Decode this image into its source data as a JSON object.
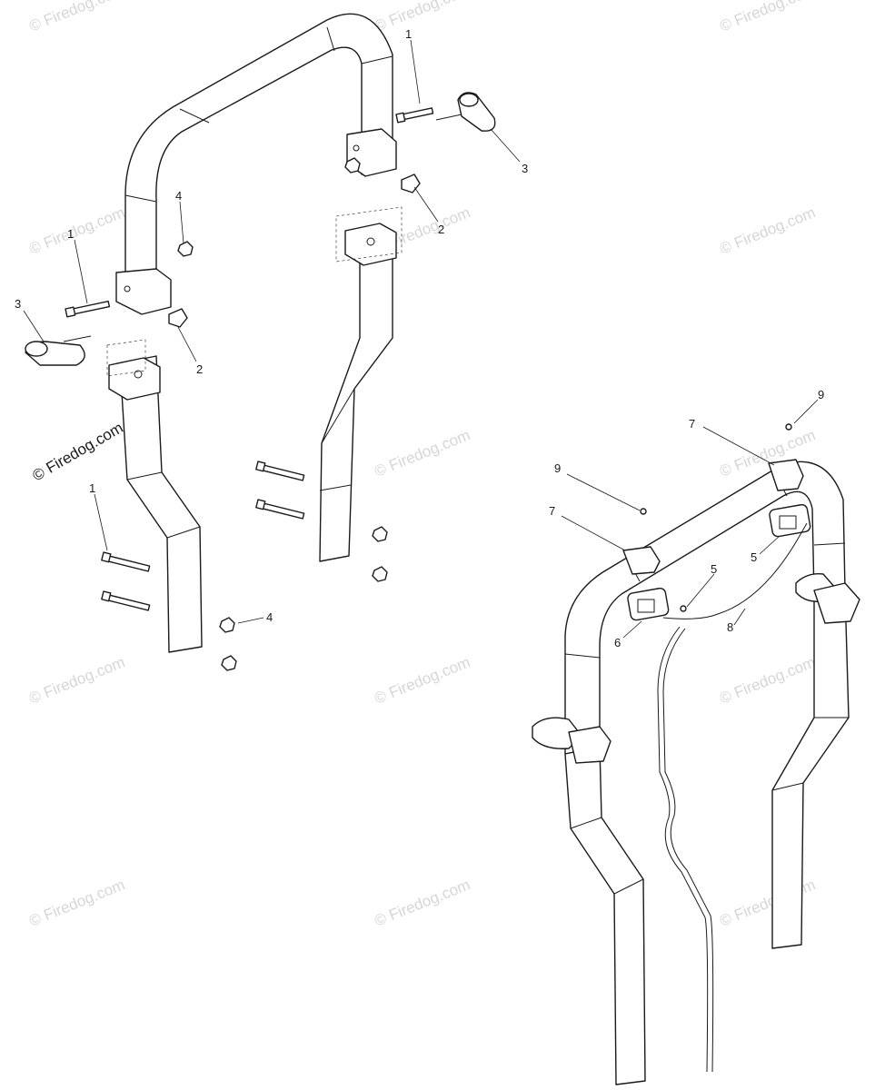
{
  "watermark_text": "© Firedog.com",
  "primary_watermark_text": "© Firedog.com",
  "callouts": {
    "c_1a": "1",
    "c_3a": "3",
    "c_2a": "2",
    "c_4a": "4",
    "c_1b": "1",
    "c_3b": "3",
    "c_2b": "2",
    "c_1c": "1",
    "c_4b": "4",
    "c_9a": "9",
    "c_7a": "7",
    "c_9b": "9",
    "c_7b": "7",
    "c_5a": "5",
    "c_5b": "5",
    "c_6": "6",
    "c_8": "8"
  }
}
